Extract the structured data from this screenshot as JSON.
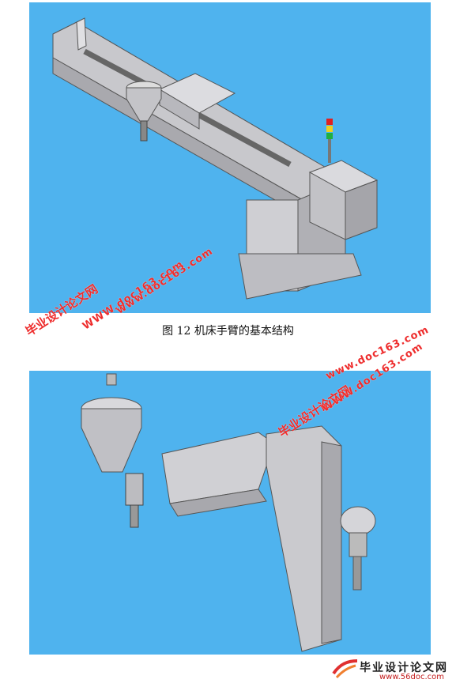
{
  "caption": "图 12   机床手臂的基本结构",
  "watermarks": {
    "site_cn": "毕业设计论文网",
    "url_doc163": "www.doc163.com",
    "url_doc163_caps": "WWW.doc163.com"
  },
  "footer": {
    "title": "毕业设计论文网",
    "url": "www.56doc.com"
  },
  "colors": {
    "panel_bg": "#4fb3ee",
    "machine_gray": "#c8c8cc",
    "watermark_red": "#ee2d2d"
  }
}
